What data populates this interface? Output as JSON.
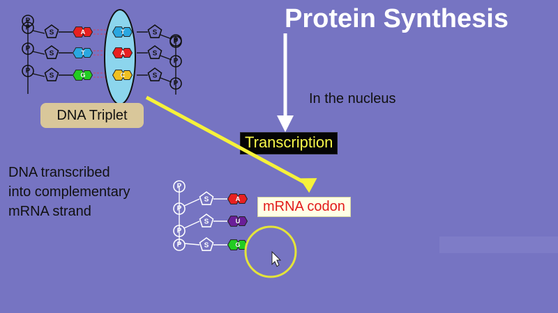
{
  "title": "Protein Synthesis",
  "location_label": "In the nucleus",
  "process_label": "Transcription",
  "dna_label": "DNA Triplet",
  "mrna_label": "mRNA codon",
  "description_lines": [
    "DNA transcribed",
    "into complementary",
    "mRNA strand"
  ],
  "nodes": {
    "phosphate_letter": "P",
    "sugar_letter": "S",
    "dna_left_bases": [
      {
        "letter": "A",
        "color": "#e82020"
      },
      {
        "letter": "T",
        "color": "#2aa7e0"
      },
      {
        "letter": "G",
        "color": "#22cc22"
      }
    ],
    "dna_right_bases": [
      {
        "letter": "T",
        "color": "#2aa7e0"
      },
      {
        "letter": "A",
        "color": "#e82020"
      },
      {
        "letter": "C",
        "color": "#f0c020"
      }
    ],
    "mrna_bases": [
      {
        "letter": "A",
        "color": "#e82020"
      },
      {
        "letter": "U",
        "color": "#6a1e98"
      },
      {
        "letter": "G",
        "color": "#22cc22"
      }
    ]
  },
  "colors": {
    "background": "#7674c2",
    "arrow_white": "#ffffff",
    "arrow_yellow": "#f6f23a",
    "highlight_oval": "#8fe0f2",
    "cursor_ring": "#e4e43a"
  }
}
